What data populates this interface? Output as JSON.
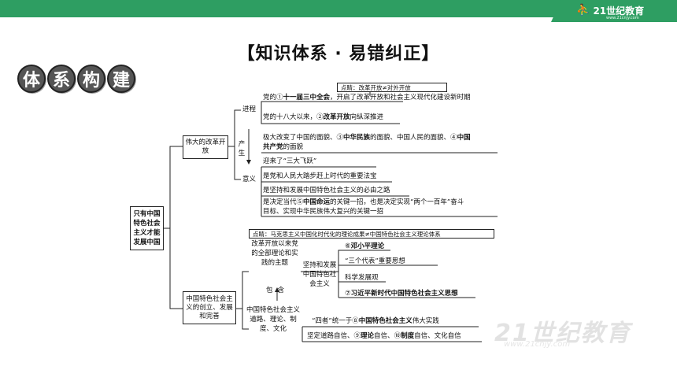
{
  "header": {
    "logo_text": "21世纪教育",
    "logo_sub": "www.21cnjy.com"
  },
  "title": "【知识体系 · 易错纠正】",
  "badge": [
    "体",
    "系",
    "构",
    "建"
  ],
  "root": "只有中国特色社会主义才能发展中国",
  "branch1": {
    "label": "伟大的改革开放",
    "tip": "点睛：改革开放≠对外开放",
    "process_label": "进程",
    "produce_label": "产生",
    "meaning_label": "意义",
    "process_items": [
      {
        "pre": "党的",
        "mark": "①",
        "bold": "十一届三中全会",
        "post": "，开启了改革开放和社会主义现代化建设新时期"
      },
      {
        "pre": "党的十八大以来，",
        "mark": "②",
        "bold": "改革开放",
        "post": "向纵深推进"
      }
    ],
    "produce_line1": {
      "pre": "极大改变了中国的面貌、",
      "mark1": "③",
      "bold1": "中华民族",
      "mid": "的面貌、中国人民的面貌、",
      "mark2": "④",
      "bold2": "中国"
    },
    "produce_line2": {
      "bold": "共产党",
      "post": "的面貌"
    },
    "meaning_items": [
      "迎来了“三大飞跃”",
      "是党和人民大踏步赶上时代的重要法宝",
      "是坚持和发展中国特色社会主义的必由之路"
    ],
    "meaning_last1": {
      "pre": "是决定当代",
      "mark": "⑤",
      "bold": "中国命运",
      "post": "的关键一招，也是决定实现“两个一百年”奋斗"
    },
    "meaning_last2": "目标、实现中华民族伟大复兴的关键一招"
  },
  "branch2": {
    "label": "中国特色社会主义的创立、发展和完善",
    "tip": "点睛：马克思主义中国化时代化的理论成果≠中国特色社会主义理论体系",
    "theory_desc": "改革开放以来党的全部理论和实践的主题",
    "core": "坚持和发展中国特色社会主义",
    "contain_label": "包含",
    "theories": [
      {
        "mark": "⑥",
        "bold": "邓小平理论",
        "post": ""
      },
      {
        "mark": "",
        "bold": "",
        "post": "“三个代表”重要思想"
      },
      {
        "mark": "",
        "bold": "",
        "post": "科学发展观"
      },
      {
        "mark": "⑦",
        "bold": "习近平新时代中国特色社会主义思想",
        "post": ""
      }
    ],
    "system_desc": "中国特色社会主义道路、理论、制度、文化",
    "unity": {
      "pre": "“四者”统一于",
      "mark": "⑧",
      "bold": "中国特色社会主义",
      "post": "伟大实践"
    },
    "confidence": {
      "pre": "坚定道路自信、",
      "mark1": "⑨",
      "bold1": "理论",
      "mid": "自信、",
      "mark2": "⑩",
      "bold2": "制度",
      "post": "自信、文化自信"
    }
  },
  "watermark": "21世纪教育",
  "watermark_sub": "www.21cnjy.com"
}
